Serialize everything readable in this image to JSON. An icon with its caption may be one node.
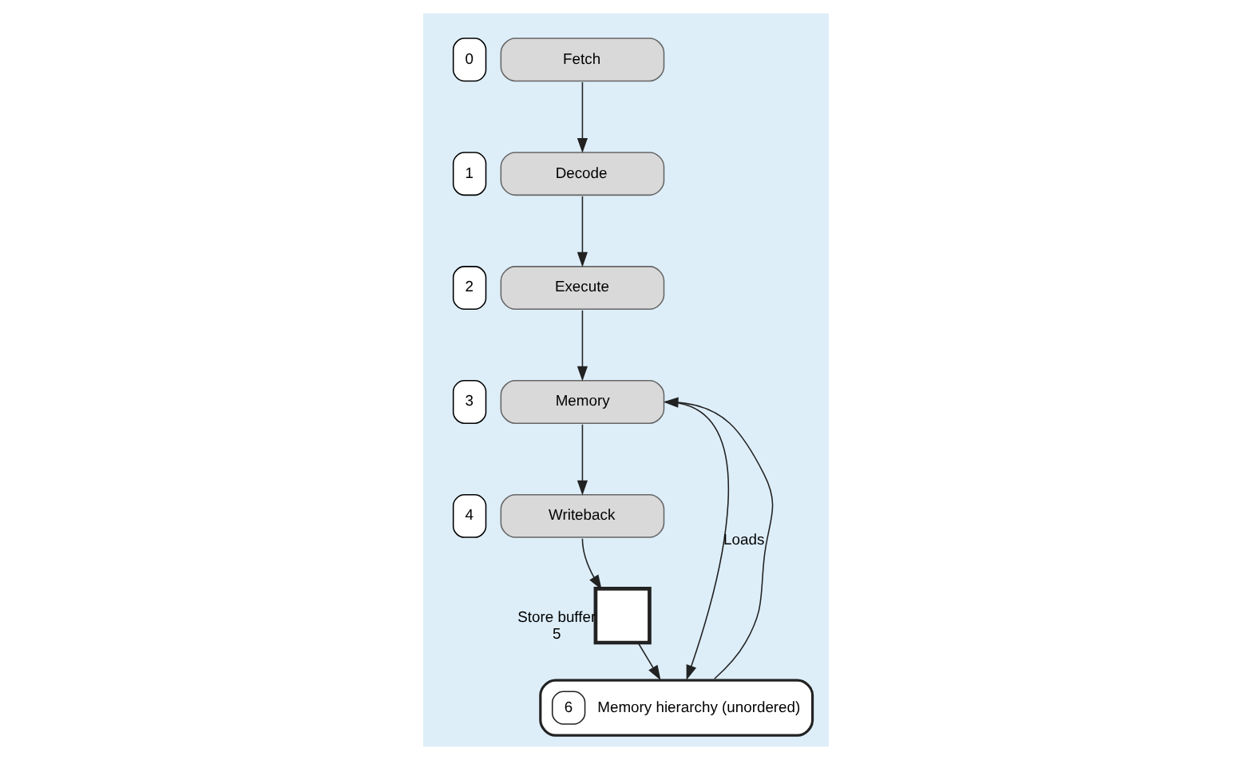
{
  "diagram": {
    "nodes": [
      {
        "text": [
          "Fetch"
        ],
        "beside": [
          "0"
        ]
      },
      {
        "text": [
          "Decode"
        ],
        "beside": [
          "1"
        ]
      },
      {
        "text": [
          "Execute"
        ],
        "beside": [
          "2"
        ]
      },
      {
        "text": [
          "Memory"
        ],
        "beside": [
          "3"
        ]
      },
      {
        "text": [
          "Writeback"
        ],
        "beside": [
          "4"
        ]
      },
      {
        "text": [],
        "shape": "box",
        "beside": [
          "Store buffer",
          "5"
        ]
      },
      {
        "text": [
          "6",
          "Memory hierarchy (unordered)"
        ]
      }
    ],
    "edges": [
      {
        "from": 0,
        "to": 1,
        "arrow": "to"
      },
      {
        "from": 1,
        "to": 2,
        "arrow": "to"
      },
      {
        "from": 2,
        "to": 3,
        "arrow": "to"
      },
      {
        "from": 3,
        "to": 4,
        "arrow": "to"
      },
      {
        "from": 4,
        "to": 5,
        "arrow": "to"
      },
      {
        "from": 5,
        "to": 6,
        "arrow": "to"
      },
      {
        "from": 3,
        "to": 6,
        "arrow": "to",
        "label": "Loads"
      },
      {
        "from": 6,
        "to": 3,
        "arrow": "to"
      }
    ]
  }
}
